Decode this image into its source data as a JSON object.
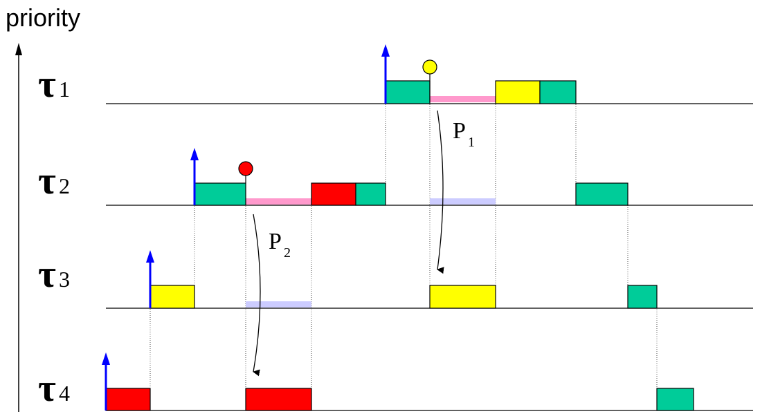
{
  "axis": {
    "label": "priority"
  },
  "tasks": [
    {
      "id": "t1",
      "symbol": "τ",
      "subscript": "1"
    },
    {
      "id": "t2",
      "symbol": "τ",
      "subscript": "2"
    },
    {
      "id": "t3",
      "symbol": "τ",
      "subscript": "3"
    },
    {
      "id": "t4",
      "symbol": "τ",
      "subscript": "4"
    }
  ],
  "annotations": [
    {
      "id": "p1",
      "letter": "P",
      "subscript": "1"
    },
    {
      "id": "p2",
      "letter": "P",
      "subscript": "2"
    }
  ],
  "colors": {
    "green": "#00cc99",
    "yellow": "#ffff00",
    "red": "#ff0000",
    "pink": "#ff99cc",
    "lavender": "#ccccff",
    "arrival": "#0000ff",
    "axis": "#000000"
  },
  "icons": {
    "arrival": "arrival-arrow-icon",
    "lock": "resource-lock-circle-icon"
  }
}
